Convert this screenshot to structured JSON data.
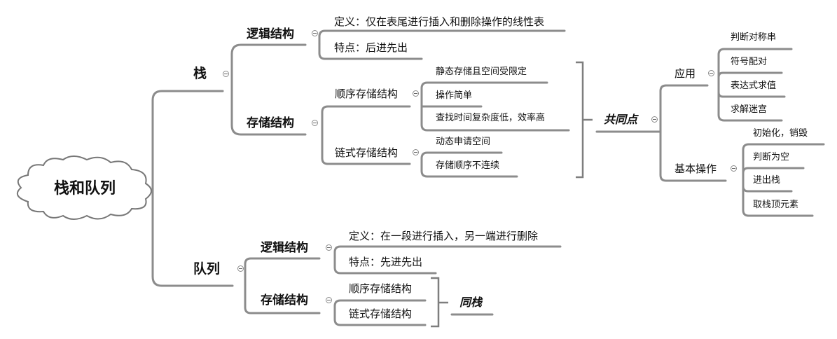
{
  "root": "栈和队列",
  "stack": {
    "label": "栈",
    "logic": {
      "label": "逻辑结构",
      "definition": "定义：仅在表尾进行插入和删除操作的线性表",
      "feature": "特点：后进先出"
    },
    "storage": {
      "label": "存储结构",
      "sequential": {
        "label": "顺序存储结构",
        "items": [
          "静态存储且空间受限定",
          "操作简单",
          "查找时间复杂度低，效率高"
        ]
      },
      "linked": {
        "label": "链式存储结构",
        "items": [
          "动态申请空间",
          "存储顺序不连续"
        ]
      }
    }
  },
  "common": {
    "label": "共同点",
    "application": {
      "label": "应用",
      "items": [
        "判断对称串",
        "符号配对",
        "表达式求值",
        "求解迷宫"
      ]
    },
    "basic_ops": {
      "label": "基本操作",
      "items": [
        "初始化，销毁",
        "判断为空",
        "进出栈",
        "取栈顶元素"
      ]
    }
  },
  "queue": {
    "label": "队列",
    "logic": {
      "label": "逻辑结构",
      "definition": "定义：在一段进行插入，另一端进行删除",
      "feature": "特点：先进先出"
    },
    "storage": {
      "label": "存储结构",
      "sequential": "顺序存储结构",
      "linked": "链式存储结构",
      "same_as": "同栈"
    }
  }
}
